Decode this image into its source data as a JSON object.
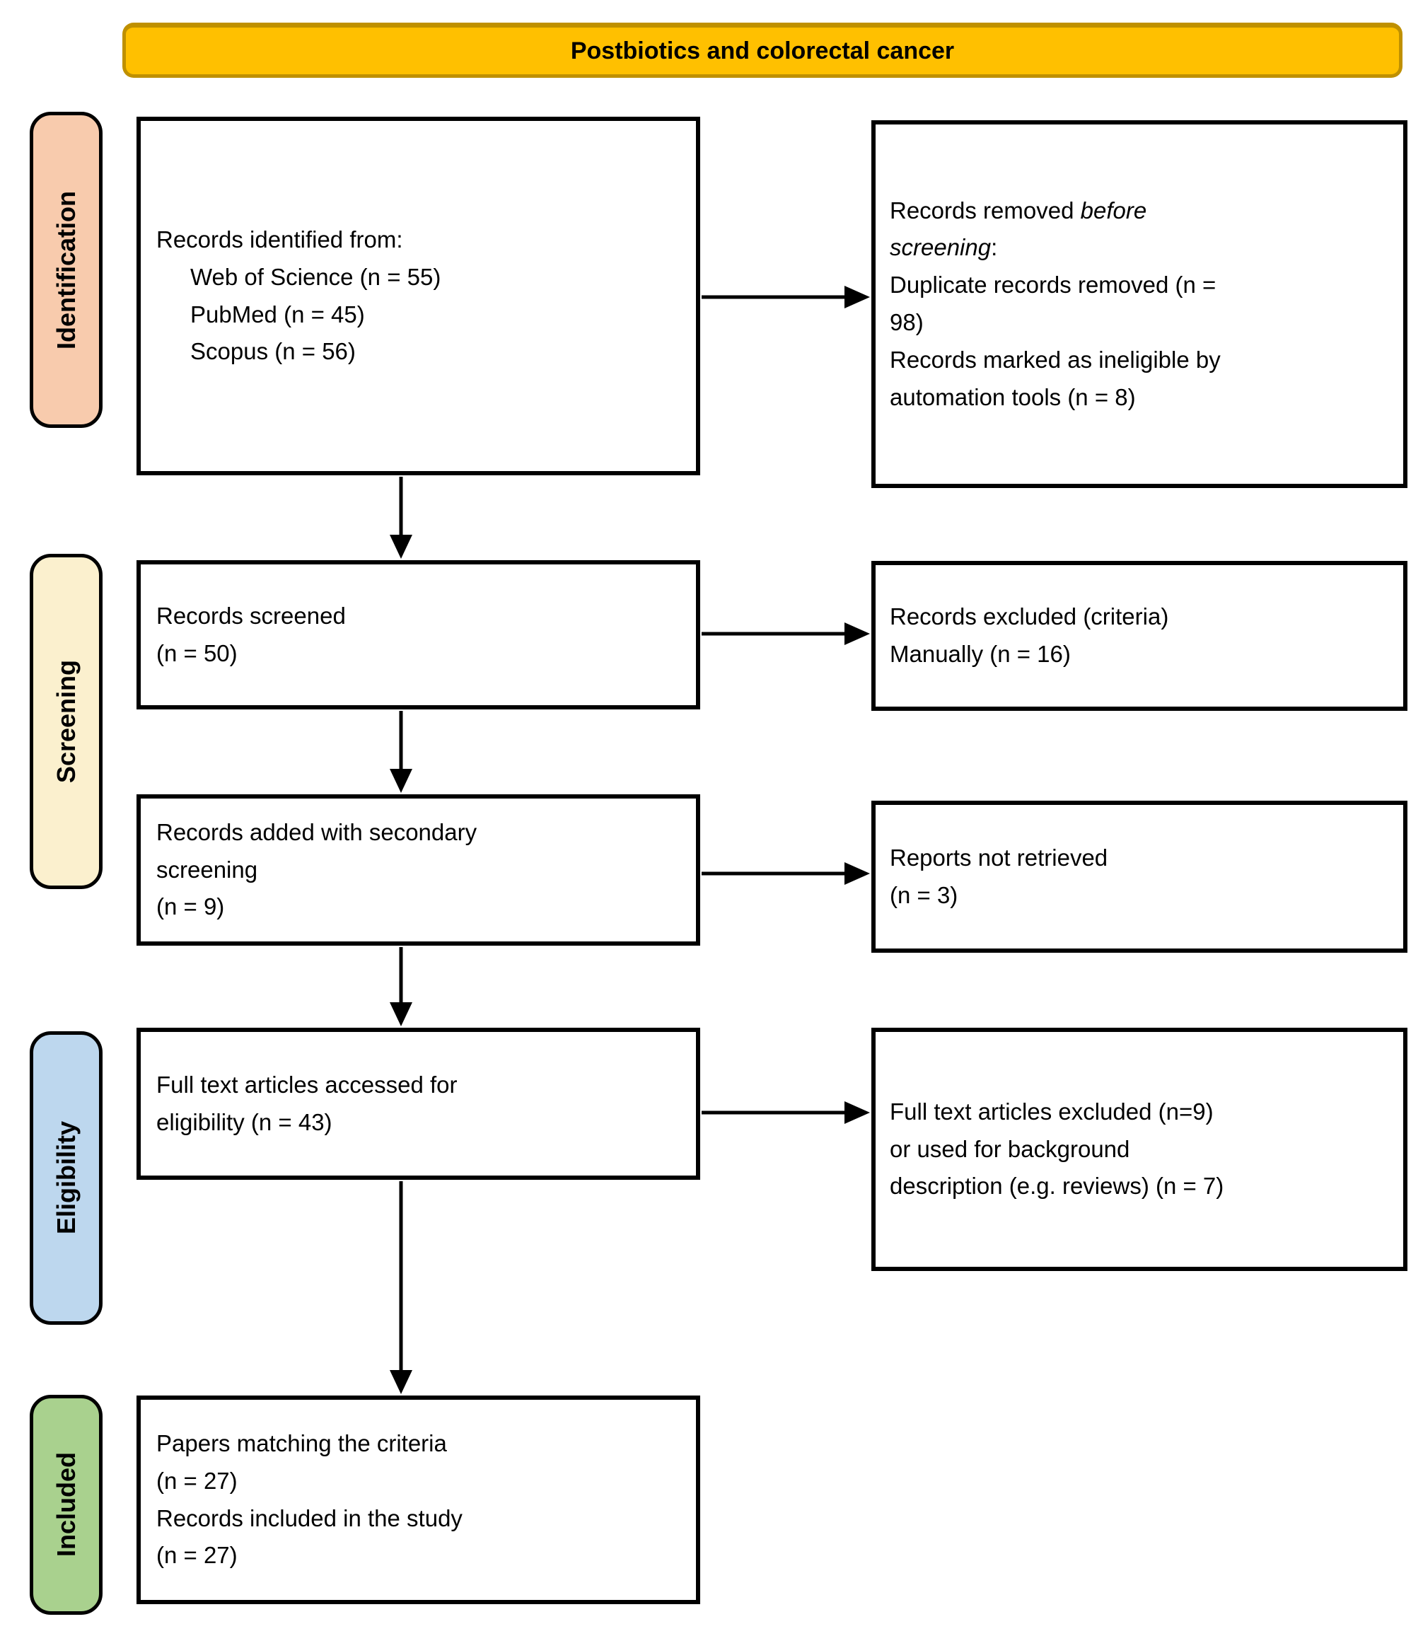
{
  "banner": {
    "title": "Postbiotics and colorectal cancer"
  },
  "colors": {
    "banner_bg": "#FFC000",
    "banner_border": "#BF9000",
    "identification_bg": "#F8CBAD",
    "screening_bg": "#FBF0CE",
    "eligibility_bg": "#BDD7EE",
    "included_bg": "#A9D18E",
    "box_border": "#000000",
    "box_bg": "#FFFFFF"
  },
  "stages": {
    "identification": "Identification",
    "screening": "Screening",
    "eligibility": "Eligibility",
    "included": "Included"
  },
  "boxes": {
    "records_identified": {
      "intro": "Records identified from:",
      "sources": [
        "Web of Science (n = 55)",
        "PubMed (n = 45)",
        "Scopus (n = 56)"
      ]
    },
    "records_removed": {
      "line1_normal": "Records removed ",
      "line1_italic": "before",
      "line2_italic": "screening",
      "line2_normal": ":",
      "lines_rest": [
        "Duplicate records removed (n =",
        "98)",
        "Records marked as ineligible by",
        "automation tools (n = 8)"
      ]
    },
    "records_screened": {
      "lines": [
        "Records screened",
        "(n = 50)"
      ]
    },
    "records_excluded": {
      "lines": [
        "Records excluded (criteria)",
        "Manually (n = 16)"
      ]
    },
    "records_added": {
      "lines": [
        "Records added with secondary",
        "screening",
        "(n = 9)"
      ]
    },
    "reports_not_retrieved": {
      "lines": [
        "Reports not retrieved",
        "(n = 3)"
      ]
    },
    "full_text_assessed": {
      "lines": [
        "Full text articles accessed for",
        "eligibility (n = 43)"
      ]
    },
    "full_text_excluded": {
      "lines": [
        "Full text articles excluded (n=9)",
        "or used for background",
        "description (e.g. reviews) (n = 7)"
      ]
    },
    "included_records": {
      "lines": [
        "Papers matching the criteria",
        "(n = 27)",
        "Records included in the study",
        "(n = 27)"
      ]
    }
  }
}
